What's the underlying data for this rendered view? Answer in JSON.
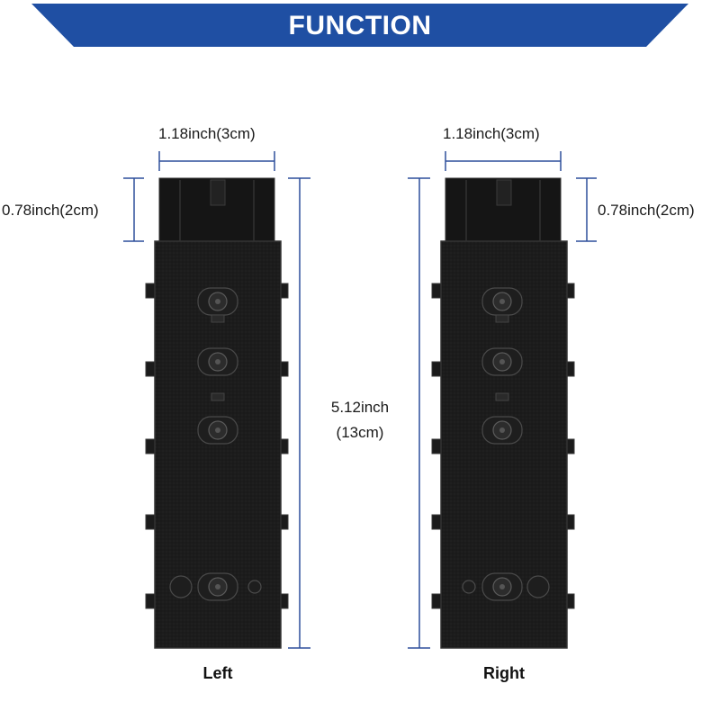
{
  "header": {
    "title": "FUNCTION",
    "color": "#1f4fa3"
  },
  "dimensions": {
    "left_width": "1.18inch(3cm)",
    "left_height": "0.78inch(2cm)",
    "right_width": "1.18inch(3cm)",
    "right_height": "0.78inch(2cm)",
    "total_length_line1": "5.12inch",
    "total_length_line2": "(13cm)",
    "line_color": "#2d4f9b"
  },
  "products": {
    "left_label": "Left",
    "right_label": "Right"
  }
}
